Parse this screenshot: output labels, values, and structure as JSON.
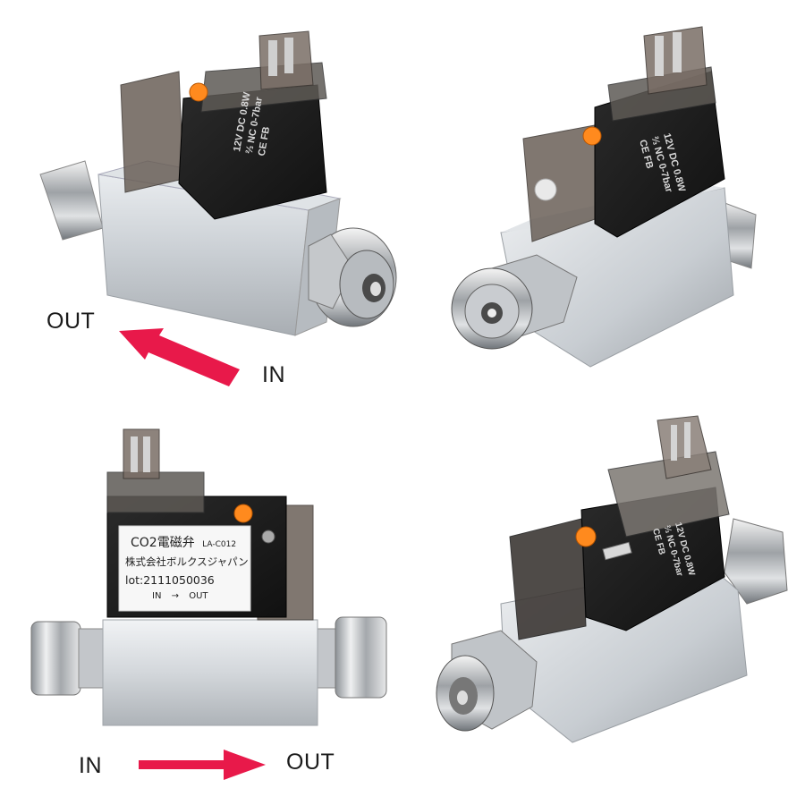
{
  "arrow_color": "#e8194a",
  "coil_marking": {
    "line1": "12V DC 0.8W",
    "line2": "⅔ NC 0-7bar",
    "line3": "CE FB"
  },
  "top_left": {
    "out_label": "OUT",
    "in_label": "IN"
  },
  "bottom_left": {
    "in_label": "IN",
    "out_label": "OUT",
    "sticker": {
      "title": "CO2電磁弁",
      "model": "LA-C012",
      "company": "株式会社ボルクスジャパン",
      "lot": "lot:2111050036",
      "flow_in": "IN",
      "flow_arrow": "→",
      "flow_out": "OUT"
    }
  }
}
